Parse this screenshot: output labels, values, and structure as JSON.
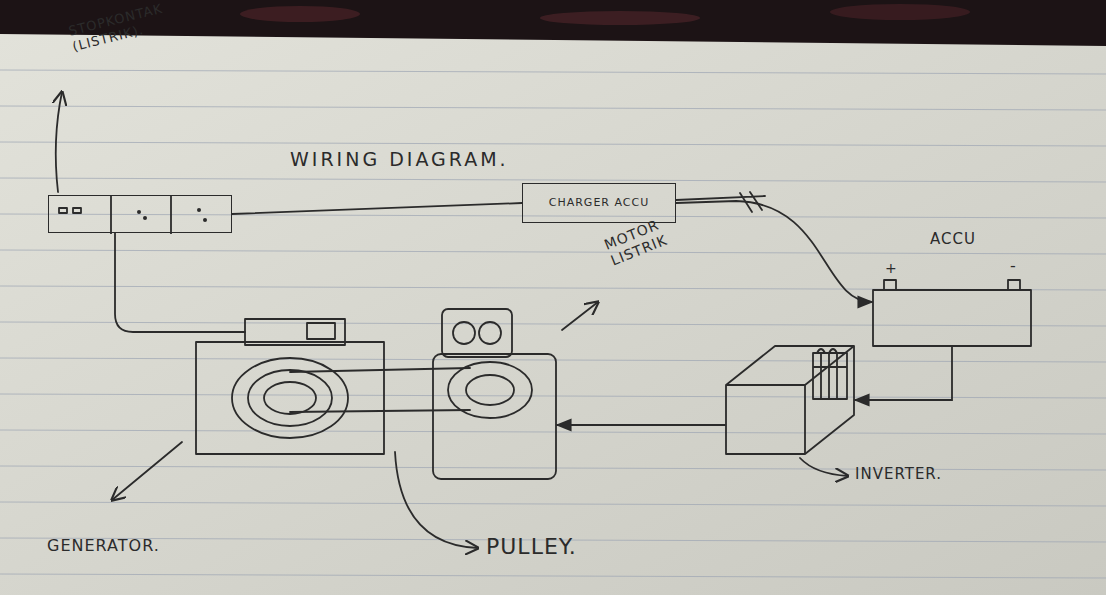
{
  "diagram": {
    "title": "WIRING DIAGRAM.",
    "nodes": [
      {
        "text": [
          "STOPKONTAK (LISTRIK)."
        ]
      },
      {
        "text": [
          "CHARGER ACCU"
        ]
      },
      {
        "text": [
          "ACCU",
          "+",
          "-"
        ]
      },
      {
        "text": [
          "INVERTER."
        ]
      },
      {
        "text": [
          "MOTOR LISTRIK"
        ]
      },
      {
        "text": [
          "GENERATOR."
        ]
      }
    ],
    "edges": [
      {
        "from": 5,
        "to": 0,
        "arrow": "none"
      },
      {
        "from": 0,
        "to": 1,
        "arrow": "none"
      },
      {
        "from": 1,
        "to": 2,
        "arrow": "to"
      },
      {
        "from": 2,
        "to": 3,
        "arrow": "to"
      },
      {
        "from": 3,
        "to": 4,
        "arrow": "to"
      }
    ],
    "labels": [
      "PULLEY."
    ]
  }
}
